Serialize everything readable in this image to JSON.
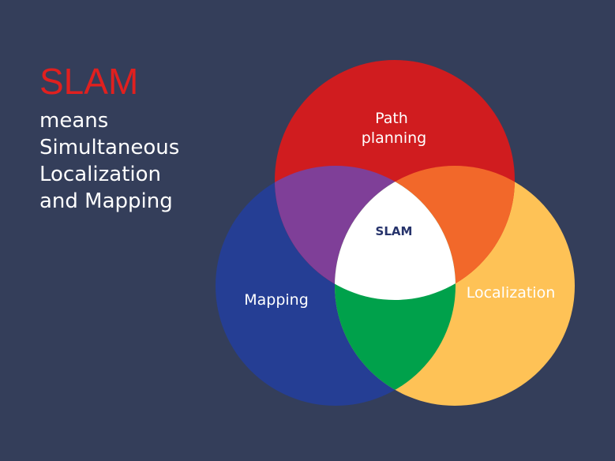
{
  "headline": "SLAM",
  "subtitle_lines": [
    "means",
    "Simultaneous",
    "Localization",
    "and Mapping"
  ],
  "diagram": {
    "sets": [
      {
        "label_lines": [
          "Path",
          "planning"
        ],
        "color": "#d01c1f"
      },
      {
        "label_lines": [
          "Mapping"
        ],
        "color": "#253e94"
      },
      {
        "label_lines": [
          "Localization"
        ],
        "color": "#fec256"
      }
    ],
    "overlaps": {
      "path_mapping": "#7f3f98",
      "path_localization": "#f2682a",
      "mapping_localization": "#00a14b"
    },
    "center_label": "SLAM",
    "center_color": "#ffffff"
  },
  "colors": {
    "background": "#343e5a",
    "headline": "#e0201f",
    "text": "#ffffff",
    "center_text": "#26336b"
  }
}
